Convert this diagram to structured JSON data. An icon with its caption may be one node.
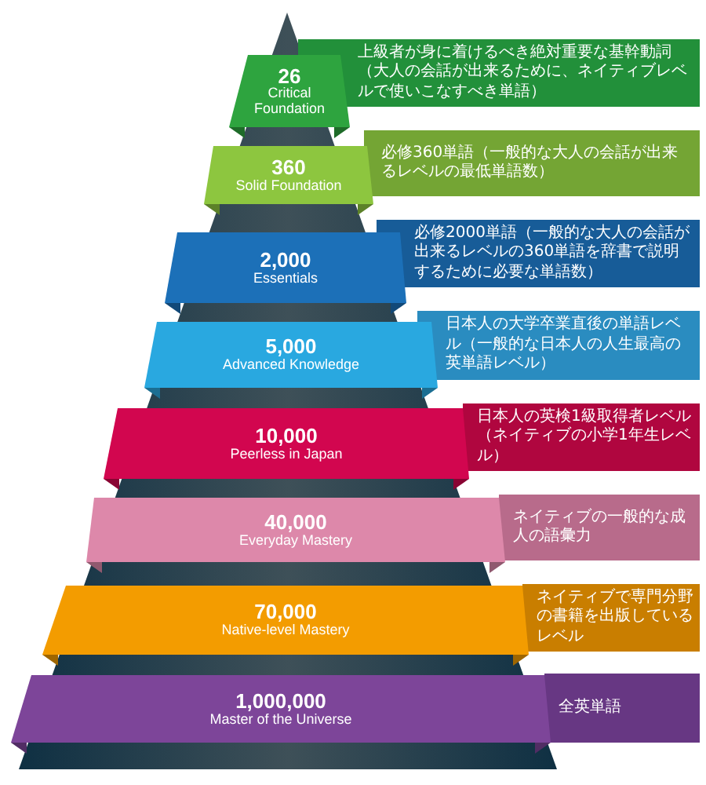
{
  "diagram": {
    "nodes": [
      {
        "text": [
          "26",
          "Critical Foundation"
        ]
      },
      {
        "text": [
          "上級者が身に着けるべき絶対重要な基幹動詞（大人の会話が出来るために、ネイティブレベルで使いこなすべき単語）"
        ]
      },
      {
        "text": [
          "360",
          "Solid Foundation"
        ]
      },
      {
        "text": [
          "必修360単語（一般的な大人の会話が出来るレベルの最低単語数）"
        ]
      },
      {
        "text": [
          "2,000",
          "Essentials"
        ]
      },
      {
        "text": [
          "必修2000単語（一般的な大人の会話が出来るレベルの360単語を辞書で説明するために必要な単語数）"
        ]
      },
      {
        "text": [
          "5,000",
          "Advanced Knowledge"
        ]
      },
      {
        "text": [
          "日本人の大学卒業直後の単語レベル（一般的な日本人の人生最高の英単語レベル）"
        ]
      },
      {
        "text": [
          "10,000",
          "Peerless in Japan"
        ]
      },
      {
        "text": [
          "日本人の英検1級取得者レベル（ネイティブの小学1年生レベル）"
        ]
      },
      {
        "text": [
          "40,000",
          "Everyday Mastery"
        ]
      },
      {
        "text": [
          "ネイティブの一般的な成人の語彙力"
        ]
      },
      {
        "text": [
          "70,000",
          "Native-level Mastery"
        ]
      },
      {
        "text": [
          "ネイティブで専門分野の書籍を出版しているレベル"
        ]
      },
      {
        "text": [
          "1,000,000",
          "Master of the Universe"
        ]
      },
      {
        "text": [
          "全英単語"
        ]
      }
    ]
  }
}
